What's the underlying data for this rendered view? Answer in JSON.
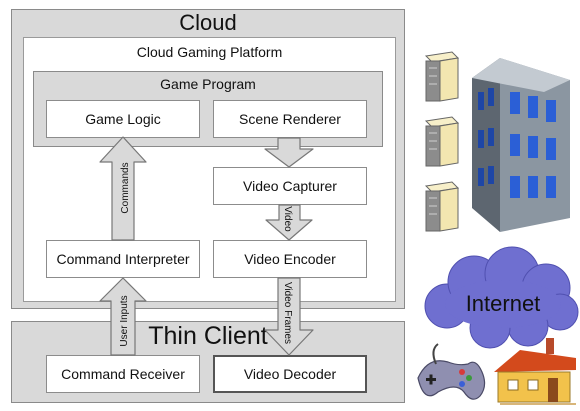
{
  "cloud": {
    "title": "Cloud",
    "platform_title": "Cloud Gaming Platform",
    "program_title": "Game Program",
    "boxes": {
      "game_logic": "Game Logic",
      "scene_renderer": "Scene Renderer",
      "video_capturer": "Video Capturer",
      "command_interpreter": "Command Interpreter",
      "video_encoder": "Video Encoder"
    }
  },
  "thin_client": {
    "title": "Thin Client",
    "boxes": {
      "command_receiver": "Command Receiver",
      "video_decoder": "Video Decoder"
    }
  },
  "arrows": {
    "commands": "Commands",
    "video": "Video",
    "video_frames": "Video Frames",
    "user_inputs": "User Inputs"
  },
  "internet_label": "Internet",
  "colors": {
    "panel": "#d9d9d9",
    "arrow_fill": "#d9d9d9",
    "cloud_fill": "#6f6fd0",
    "building": "#7a8590",
    "window": "#2b5fd6",
    "server": "#f3e6b0"
  },
  "icons": [
    "server-icon",
    "office-building-icon",
    "internet-cloud-icon",
    "gamepad-icon",
    "house-icon"
  ]
}
